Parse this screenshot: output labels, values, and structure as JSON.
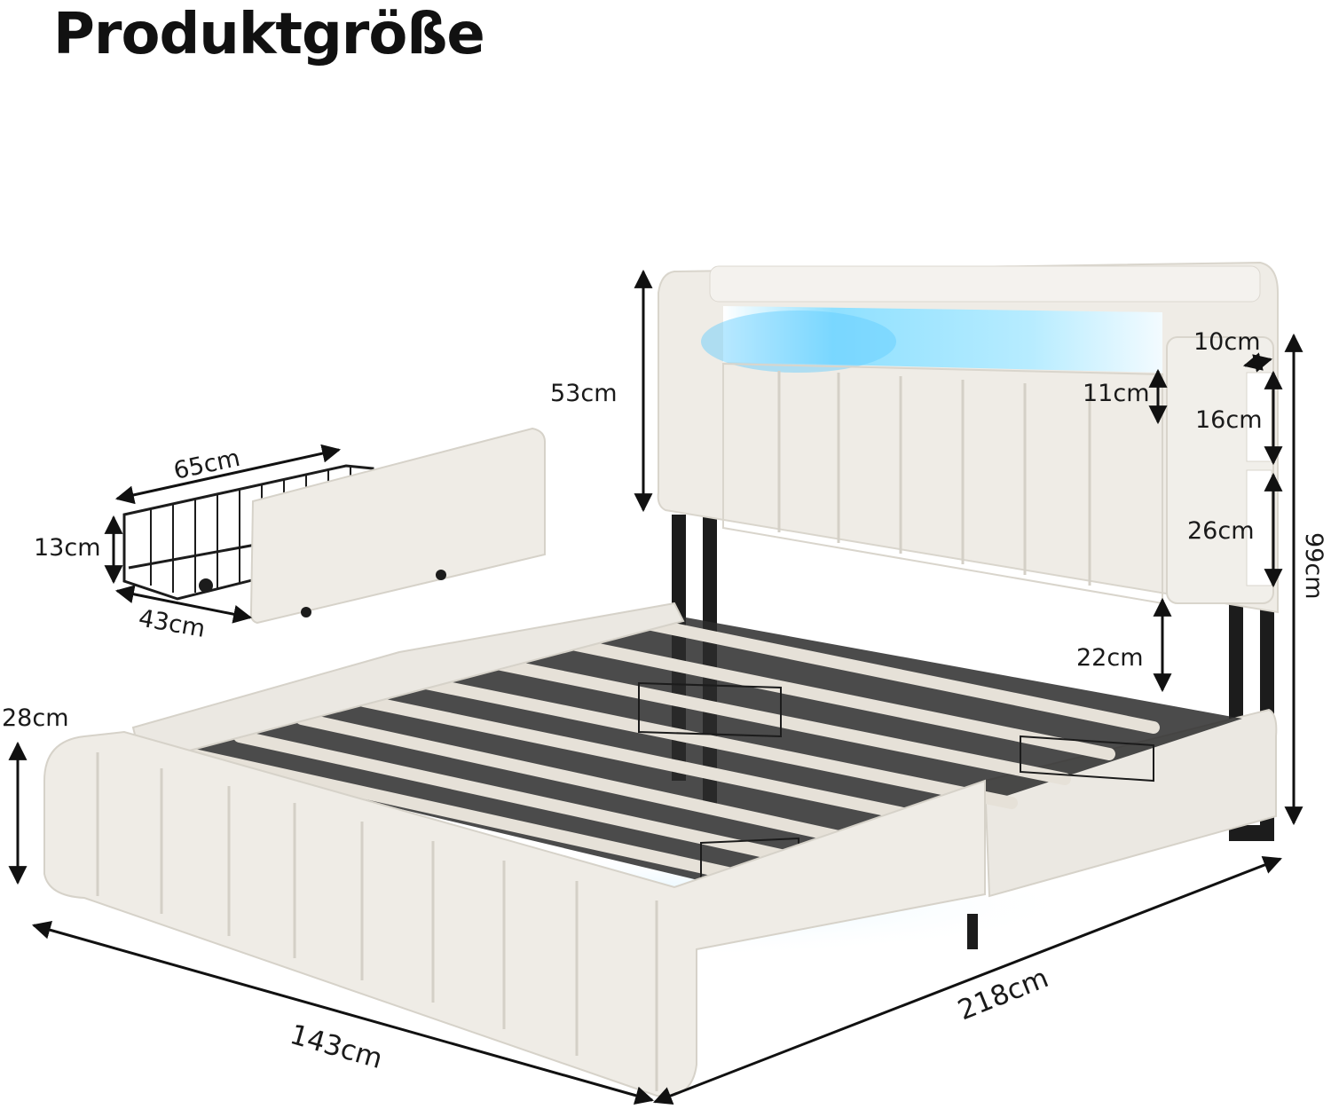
{
  "title": "Produktgröße",
  "dimensions": {
    "headboard_height": "53cm",
    "shelf_opening": "11cm",
    "side_top": "10cm",
    "side_shelf_upper": "16cm",
    "side_shelf_lower": "26cm",
    "total_height": "99cm",
    "leg_clearance": "22cm",
    "drawer_length": "65cm",
    "drawer_height": "13cm",
    "drawer_width": "43cm",
    "frame_height": "28cm",
    "bed_width": "143cm",
    "bed_length": "218cm"
  },
  "colors": {
    "fabric": "#efece6",
    "fabric_shade": "#dcd8d0",
    "metal": "#1c1c1c",
    "led": "#6fd2ff",
    "slat": "#e6e1d8"
  }
}
